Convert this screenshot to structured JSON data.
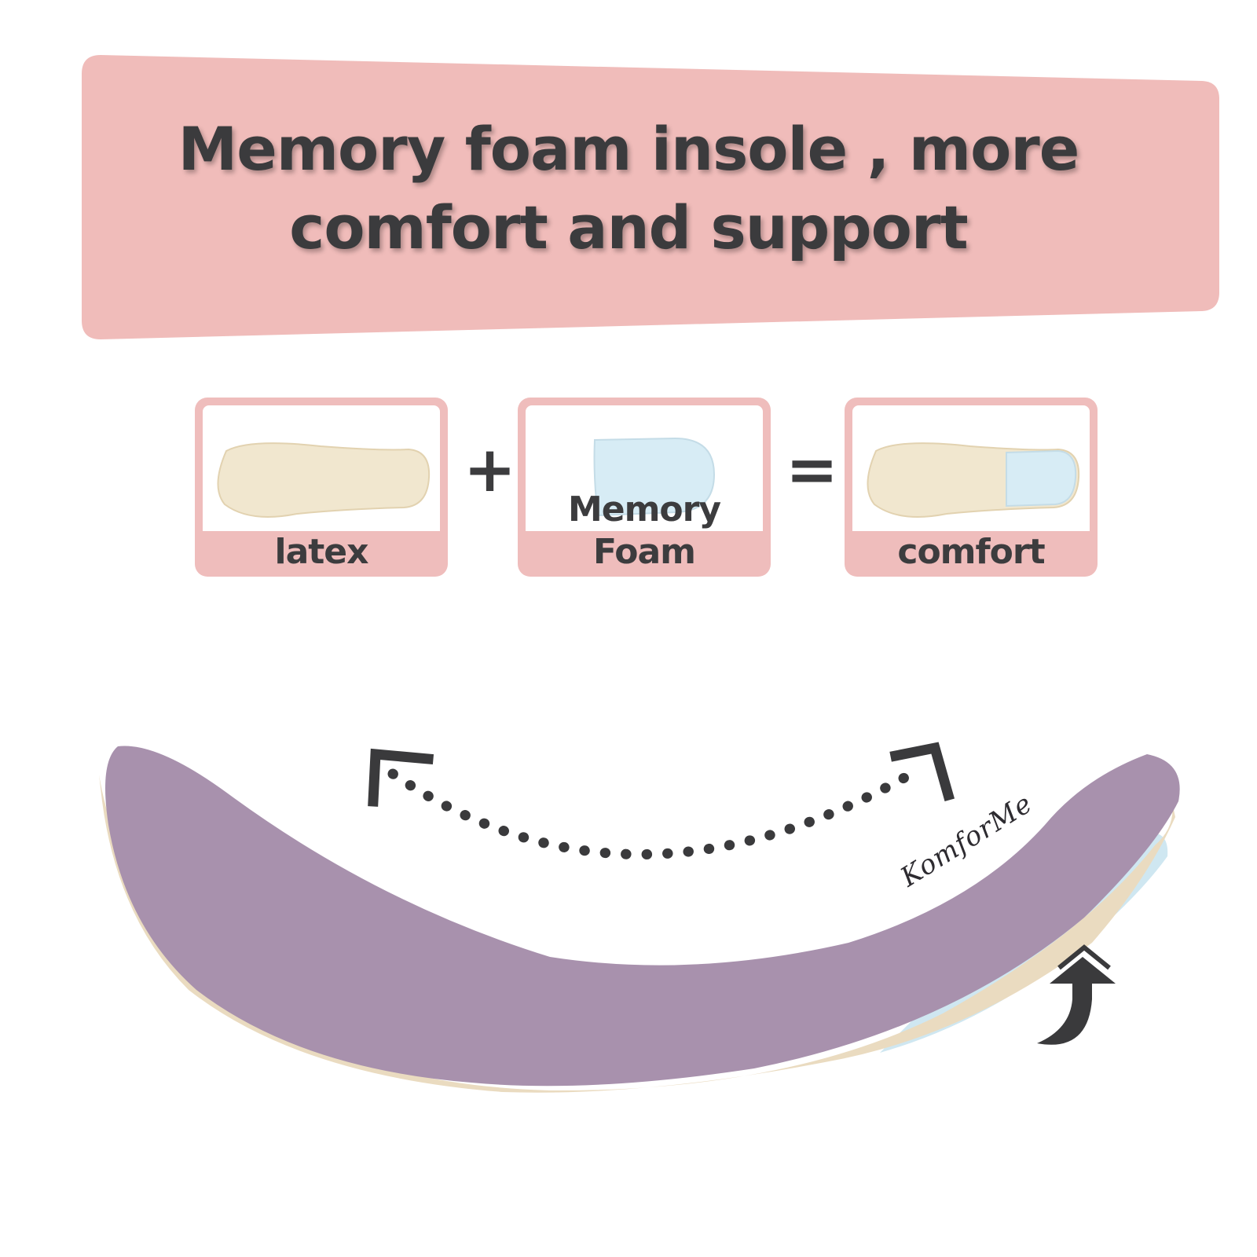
{
  "banner": {
    "line1": "Memory foam insole , more",
    "line2": "comfort and support",
    "color": "#f0bcba",
    "text_color": "#3b3b3d"
  },
  "combination": {
    "items": [
      {
        "label": "latex",
        "color": "#f1e7cf"
      },
      {
        "label": "Memory Foam",
        "color": "#d7ecf5"
      },
      {
        "label": "comfort"
      }
    ],
    "plus_symbol": "+",
    "equals_symbol": "=",
    "card_color": "#efbdbc"
  },
  "insole": {
    "top_color": "#a891ad",
    "latex_color": "#eadbc0",
    "foam_color": "#cfe7f1",
    "brand": "KomforMe"
  },
  "icons": {
    "flex_arrow": "dotted-bend-arrow-icon",
    "heel_arrow": "curved-up-arrow-icon"
  }
}
